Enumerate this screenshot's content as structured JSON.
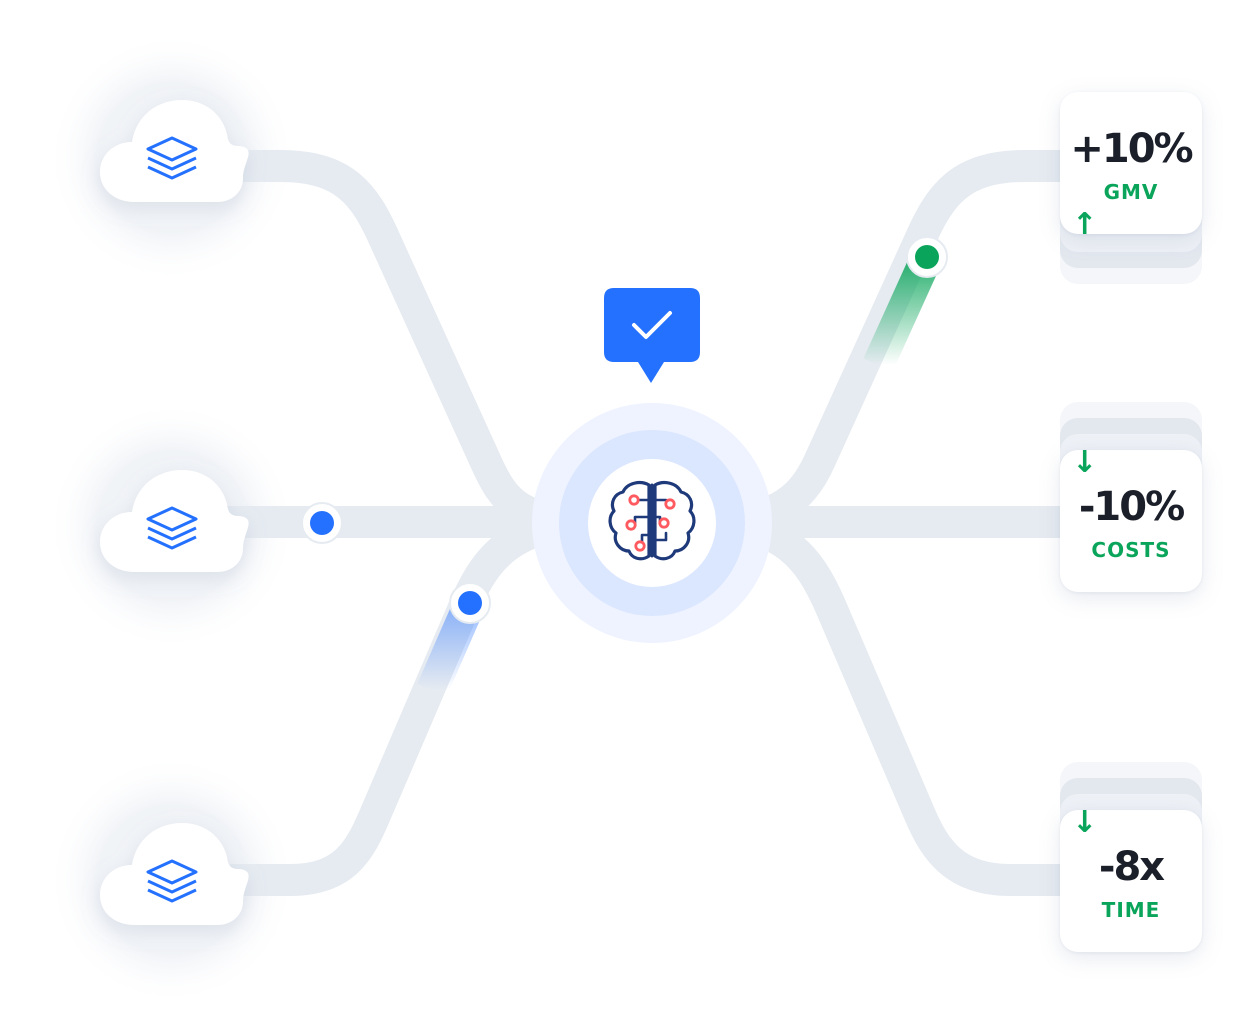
{
  "colors": {
    "accent_blue": "#2471ff",
    "positive_green": "#0aa55a",
    "connector": "#e6ebf1",
    "text_dark": "#1b1f2a"
  },
  "sources": [
    {
      "icon": "layers-icon"
    },
    {
      "icon": "layers-icon"
    },
    {
      "icon": "layers-icon"
    }
  ],
  "hub": {
    "icon": "brain-circuit-icon",
    "badge_icon": "checkmark-icon"
  },
  "metrics": [
    {
      "value": "+10%",
      "label": "GMV",
      "arrow": "↑",
      "arrow_icon": "arrow-up-icon"
    },
    {
      "value": "-10%",
      "label": "COSTS",
      "arrow": "↓",
      "arrow_icon": "arrow-down-icon"
    },
    {
      "value": "-8x",
      "label": "TIME",
      "arrow": "↓",
      "arrow_icon": "arrow-down-icon"
    }
  ]
}
